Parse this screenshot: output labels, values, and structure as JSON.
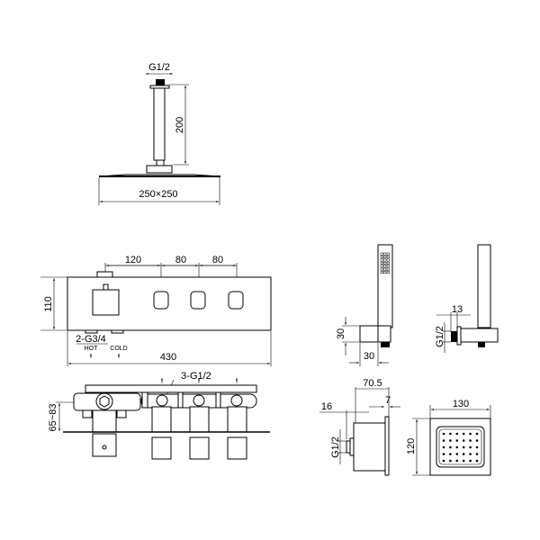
{
  "overhead_shower": {
    "thread_label": "G1/2",
    "arm_length_label": "200",
    "head_size_label": "250×250"
  },
  "control_panel": {
    "height_label": "110",
    "spacing_labels": [
      "120",
      "80",
      "80"
    ],
    "inlet_label": "2-G3/4",
    "hot_label": "HOT",
    "cold_label": "COLD",
    "width_label": "430",
    "outlet_label": "3-G1/2",
    "depth_label": "65~83"
  },
  "hand_shower": {
    "height_label": "30",
    "width_label": "30",
    "offset_label": "13",
    "thread_label": "G1/2"
  },
  "body_jet": {
    "depth_label": "70.5",
    "plate_label": "7",
    "stub_label": "16",
    "thread_label": "G1/2",
    "width_label": "130",
    "height_label": "120"
  }
}
